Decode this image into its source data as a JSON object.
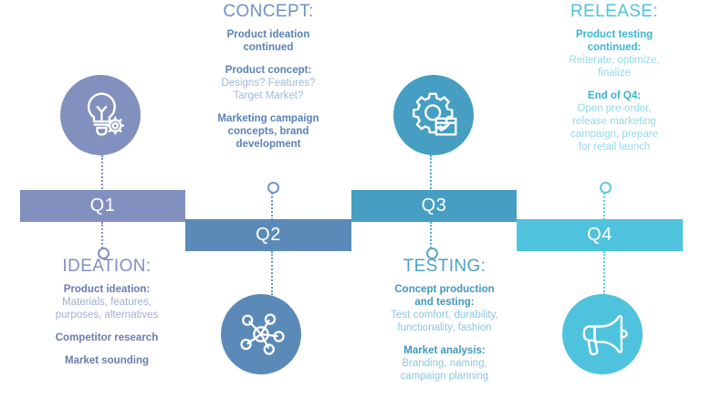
{
  "theme": {
    "q1_color": "#8190be",
    "q2_color": "#5b8ab9",
    "q3_color": "#469ec2",
    "q4_color": "#4fc3dd",
    "background": "#ffffff",
    "bar_label_color": "#ffffff"
  },
  "timeline": {
    "bars": [
      {
        "label": "Q1",
        "color": "#8190be"
      },
      {
        "label": "Q2",
        "color": "#5b8ab9"
      },
      {
        "label": "Q3",
        "color": "#469ec2"
      },
      {
        "label": "Q4",
        "color": "#4fc3dd"
      }
    ]
  },
  "icons": [
    {
      "name": "lightbulb-gear-icon",
      "circle_color": "#8190be"
    },
    {
      "name": "molecule-network-icon",
      "circle_color": "#5b8ab9"
    },
    {
      "name": "gear-checklist-icon",
      "circle_color": "#469ec2"
    },
    {
      "name": "megaphone-icon",
      "circle_color": "#4fc3dd"
    }
  ],
  "phases": {
    "ideation": {
      "heading": "IDEATION:",
      "items": [
        {
          "bold": "Product ideation:",
          "detail": "Materials, features,\npurposes, alternatives"
        },
        {
          "bold": "Competitor research",
          "detail": ""
        },
        {
          "bold": "Market sounding",
          "detail": ""
        }
      ]
    },
    "concept": {
      "heading": "CONCEPT:",
      "items": [
        {
          "bold": "Product ideation\ncontinued",
          "detail": ""
        },
        {
          "bold": "Product concept:",
          "detail": "Designs? Features?\nTarget Market?"
        },
        {
          "bold": "Marketing campaign\nconcepts, brand\ndevelopment",
          "detail": ""
        }
      ]
    },
    "testing": {
      "heading": "TESTING:",
      "items": [
        {
          "bold": "Concept production\nand testing:",
          "detail": "Test comfort, durability,\nfunctionality, fashion"
        },
        {
          "bold": "Market analysis:",
          "detail": "Branding, naming,\ncampaign planning"
        }
      ]
    },
    "release": {
      "heading": "RELEASE:",
      "items": [
        {
          "bold": "Product testing\ncontinued:",
          "detail": "Reiterate, optimize,\nfinalize"
        },
        {
          "bold": "End of Q4:",
          "detail": "Open pre-order,\nrelease marketing\ncampaign, prepare\nfor retail launch"
        }
      ]
    }
  }
}
